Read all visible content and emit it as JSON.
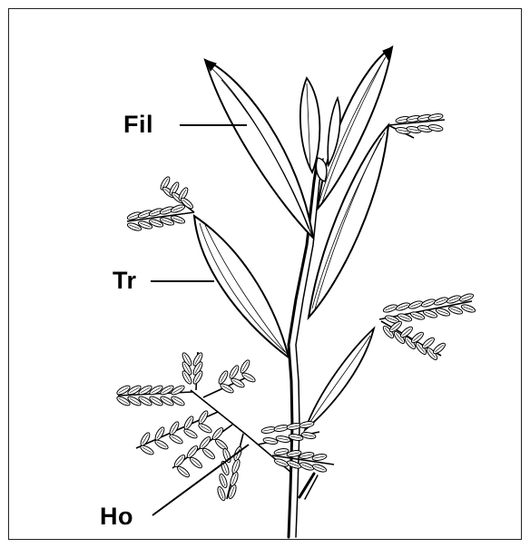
{
  "labels": {
    "fil": "Fil",
    "tr": "Tr",
    "ho": "Ho"
  },
  "colors": {
    "ink": "#000000",
    "paper": "#ffffff",
    "frame": "#222222"
  }
}
